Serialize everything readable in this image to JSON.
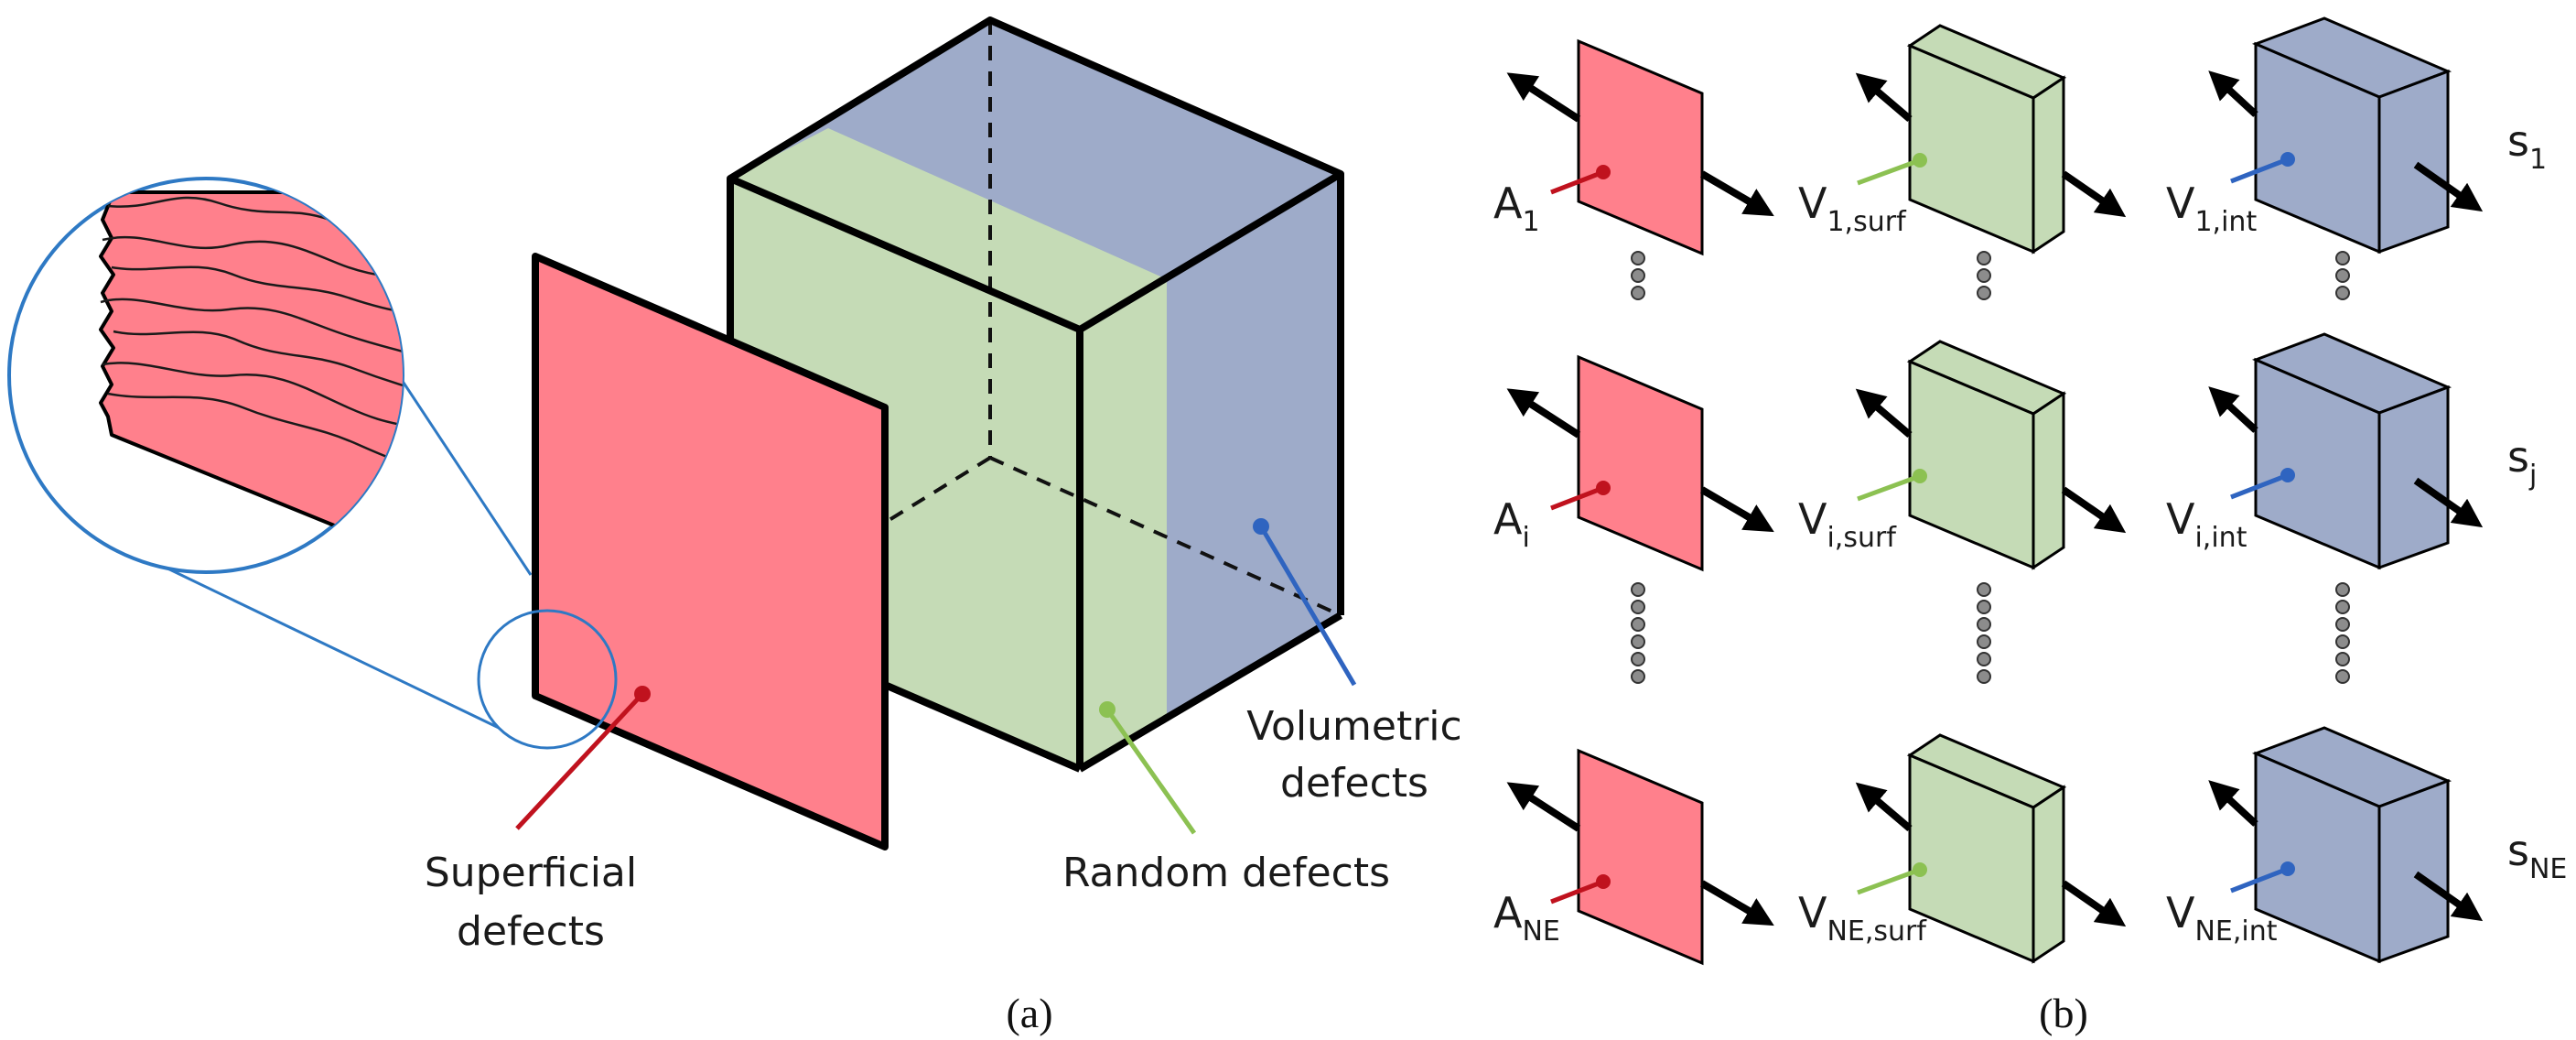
{
  "panel_a": {
    "caption": "(a)",
    "label_superficial_1": "Superficial",
    "label_superficial_2": "defects",
    "label_random": "Random defects",
    "label_volumetric_1": "Volumetric",
    "label_volumetric_2": "defects"
  },
  "panel_b": {
    "caption": "(b)",
    "rows": [
      {
        "stress_base": "s",
        "stress_sub": "1",
        "area_base": "A",
        "area_sub": "1",
        "surf_base": "V",
        "surf_sub": "1,surf",
        "int_base": "V",
        "int_sub": "1,int"
      },
      {
        "stress_base": "s",
        "stress_sub": "j",
        "area_base": "A",
        "area_sub": "i",
        "surf_base": "V",
        "surf_sub": "i,surf",
        "int_base": "V",
        "int_sub": "i,int"
      },
      {
        "stress_base": "s",
        "stress_sub": "NE",
        "area_base": "A",
        "area_sub": "NE",
        "surf_base": "V",
        "surf_sub": "NE,surf",
        "int_base": "V",
        "int_sub": "NE,int"
      }
    ]
  },
  "colors": {
    "superficial": "#ff808c",
    "random": "#c5dbb6",
    "volumetric": "#9eabc9",
    "leader_red": "#c0121e",
    "leader_green": "#8cc152",
    "leader_blue": "#2f64c0",
    "zoom_ring": "#2e79c4",
    "dots": "#8c8c8c"
  }
}
